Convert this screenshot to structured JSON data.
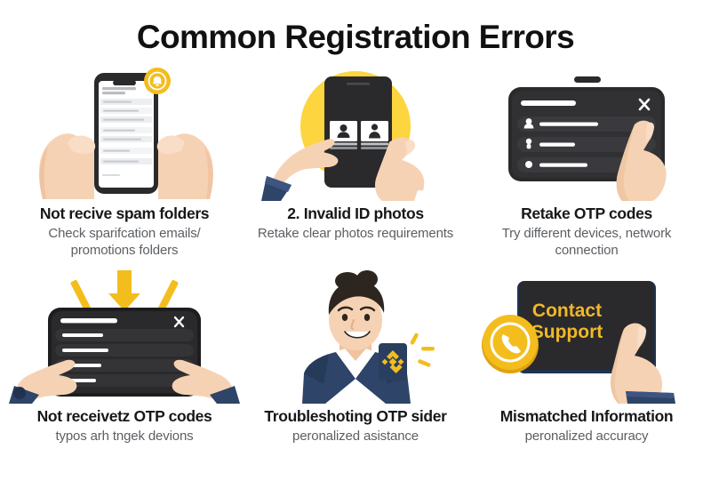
{
  "header": {
    "title": "Common Registration Errors"
  },
  "colors": {
    "background": "#ffffff",
    "title_text": "#111111",
    "caption_title": "#17181a",
    "caption_sub": "#5c5f63",
    "accent_yellow": "#f4bd1e",
    "accent_yellow_light": "#ffd84d",
    "device_dark": "#2a2a2c",
    "device_darker": "#1d1d1f",
    "skin": "#f6d2b4",
    "skin_shadow": "#eebd99",
    "suit_navy": "#2e4468",
    "hair_dark": "#2d2620",
    "gold_text": "#f0b829"
  },
  "panels": [
    {
      "id": "spam-folders",
      "index": 1,
      "art": "hands-holding-phone-with-notification-badge",
      "title": "Not recive spam folders",
      "subtitle": "Check sparifcation emails/ promotions folders",
      "device_screen_rows": 7,
      "badge_icon": "bell-icon"
    },
    {
      "id": "invalid-id-photos",
      "index": 2,
      "art": "tablet-with-two-id-photo-cards-and-pointing-hands",
      "title": "2. Invalid ID photos",
      "subtitle": "Retake clear photos requirements",
      "id_cards": 2,
      "backdrop": "yellow-circle"
    },
    {
      "id": "retake-otp-codes",
      "index": 3,
      "art": "dark-dialog-with-three-list-rows-and-pointing-hand",
      "title": "Retake OTP codes",
      "subtitle": "Try different devices, network connection",
      "list_rows": 3,
      "close_icon": "close-x-icon"
    },
    {
      "id": "not-received-otp",
      "index": 4,
      "art": "dark-dialog-with-yellow-arrows-and-two-pointing-hands",
      "title": "Not receivetz OTP codes",
      "subtitle": "typos arh tngek devions",
      "list_rows": 5,
      "arrows": 3,
      "close_icon": "close-x-icon"
    },
    {
      "id": "troubleshooting-support",
      "index": 5,
      "art": "smiling-support-agent-with-glowing-badge",
      "title": "Troubleshoting OTP sider",
      "subtitle": "peronalized asistance",
      "badge_icon": "binance-diamond-icon"
    },
    {
      "id": "mismatched-information",
      "index": 6,
      "art": "dark-screen-with-contact-support-text-phone-coin-and-hand",
      "title": "Mismatched Information",
      "subtitle": "peronalized accuracy",
      "screen_text_line1": "Contact",
      "screen_text_line2": "Support",
      "coin_icon": "phone-handset-icon"
    }
  ]
}
